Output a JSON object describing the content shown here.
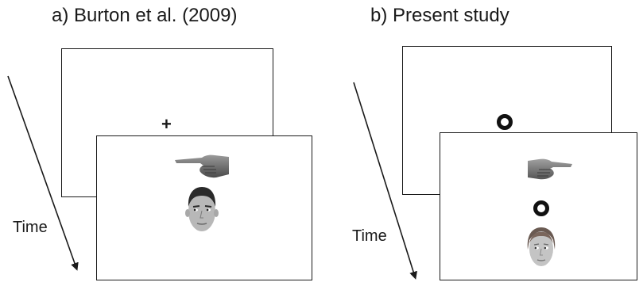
{
  "figure": {
    "panel_a": {
      "title": "a) Burton et al. (2009)",
      "time_label": "Time",
      "back_screen": {
        "fixation_symbol": "+"
      },
      "front_screen": {
        "hand_cue_direction": "left",
        "face_gaze_direction": "left",
        "face": "male-face"
      }
    },
    "panel_b": {
      "title": "b) Present study",
      "time_label": "Time",
      "back_screen": {
        "fixation_symbol": "ring"
      },
      "front_screen": {
        "hand_cue_direction": "right",
        "face_gaze_direction": "left",
        "face": "female-face"
      }
    }
  }
}
